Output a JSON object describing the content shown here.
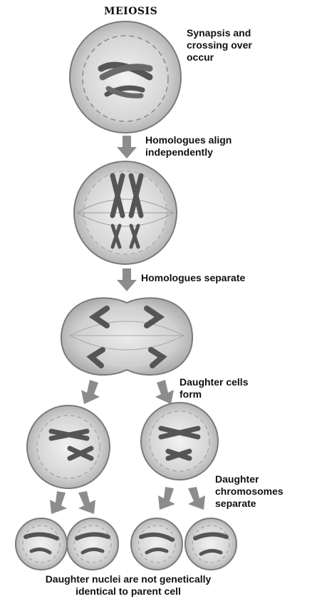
{
  "title": "MEIOSIS",
  "labels": {
    "synapsis": [
      "Synapsis and",
      "crossing over",
      "occur"
    ],
    "align": [
      "Homologues align",
      "independently"
    ],
    "separate": [
      "Homologues separate"
    ],
    "daughter_cells": [
      "Daughter cells",
      "form"
    ],
    "daughter_chromosomes": [
      "Daughter",
      "chromosomes",
      "separate"
    ],
    "conclusion": [
      "Daughter nuclei are not genetically",
      "identical to parent cell"
    ]
  },
  "colors": {
    "cell_fill": "#c9c9c9",
    "cell_edge": "#7a7a7a",
    "nucleus_fill": "#dcdcdc",
    "chromosome": "#5a5a5a",
    "arrow": "#8c8c8c",
    "text": "#111111"
  }
}
